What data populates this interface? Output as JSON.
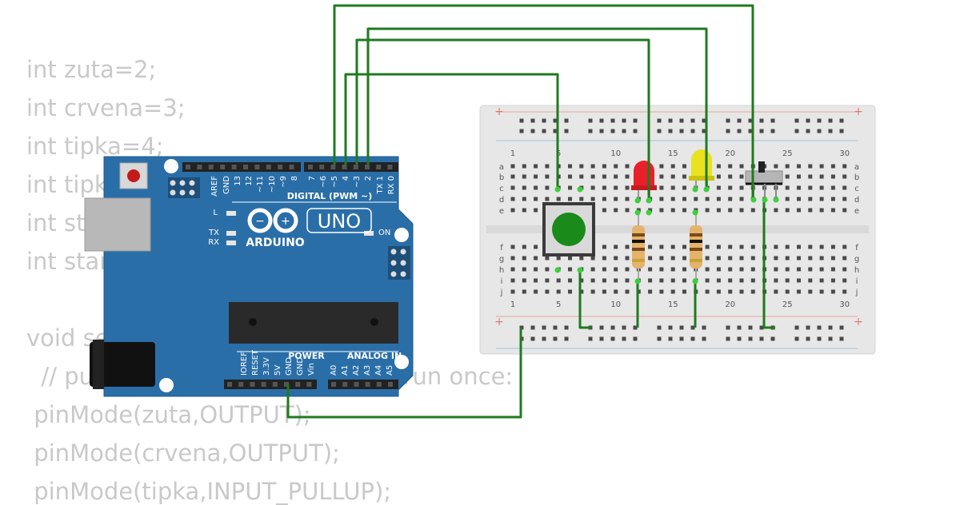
{
  "code": {
    "lines": [
      "int zuta=2;",
      "int crvena=3;",
      "int tipka=4;",
      "int tipka2=5;",
      "int stanje1;",
      "int stanje2;",
      "",
      "void setup() {",
      "  // put your setup code here, to run once:",
      " pinMode(zuta,OUTPUT);",
      " pinMode(crvena,OUTPUT);",
      " pinMode(tipka,INPUT_PULLUP);"
    ]
  },
  "arduino": {
    "brand": "ARDUINO",
    "model": "UNO",
    "digital_header_label": "DIGITAL (PWM ~)",
    "power_label": "POWER",
    "analog_label": "ANALOG IN",
    "led_l": "L",
    "led_tx": "TX",
    "led_rx": "RX",
    "led_on": "ON",
    "digital_pins": [
      "AREF",
      "GND",
      "13",
      "12",
      "~11",
      "~10",
      "~9",
      "8",
      "7",
      "~6",
      "~5",
      "4",
      "~3",
      "2",
      "TX 1",
      "RX 0"
    ],
    "power_pins": [
      "IOREF",
      "RESET",
      "3.3V",
      "5V",
      "GND",
      "GND",
      "Vin"
    ],
    "analog_pins": [
      "A0",
      "A1",
      "A2",
      "A3",
      "A4",
      "A5"
    ]
  },
  "breadboard": {
    "column_numbers": [
      "1",
      "5",
      "10",
      "15",
      "20",
      "25",
      "30"
    ],
    "row_letters_top": [
      "a",
      "b",
      "c",
      "d",
      "e"
    ],
    "row_letters_bottom": [
      "f",
      "g",
      "h",
      "i",
      "j"
    ],
    "rail_plus": "+",
    "rail_minus": "-"
  },
  "colors": {
    "wire": "#1f7a1f",
    "board": "#2a6ea8",
    "led_red": "#e8202a",
    "led_yellow": "#e9e21c",
    "button_cap": "#1a8a1a"
  }
}
